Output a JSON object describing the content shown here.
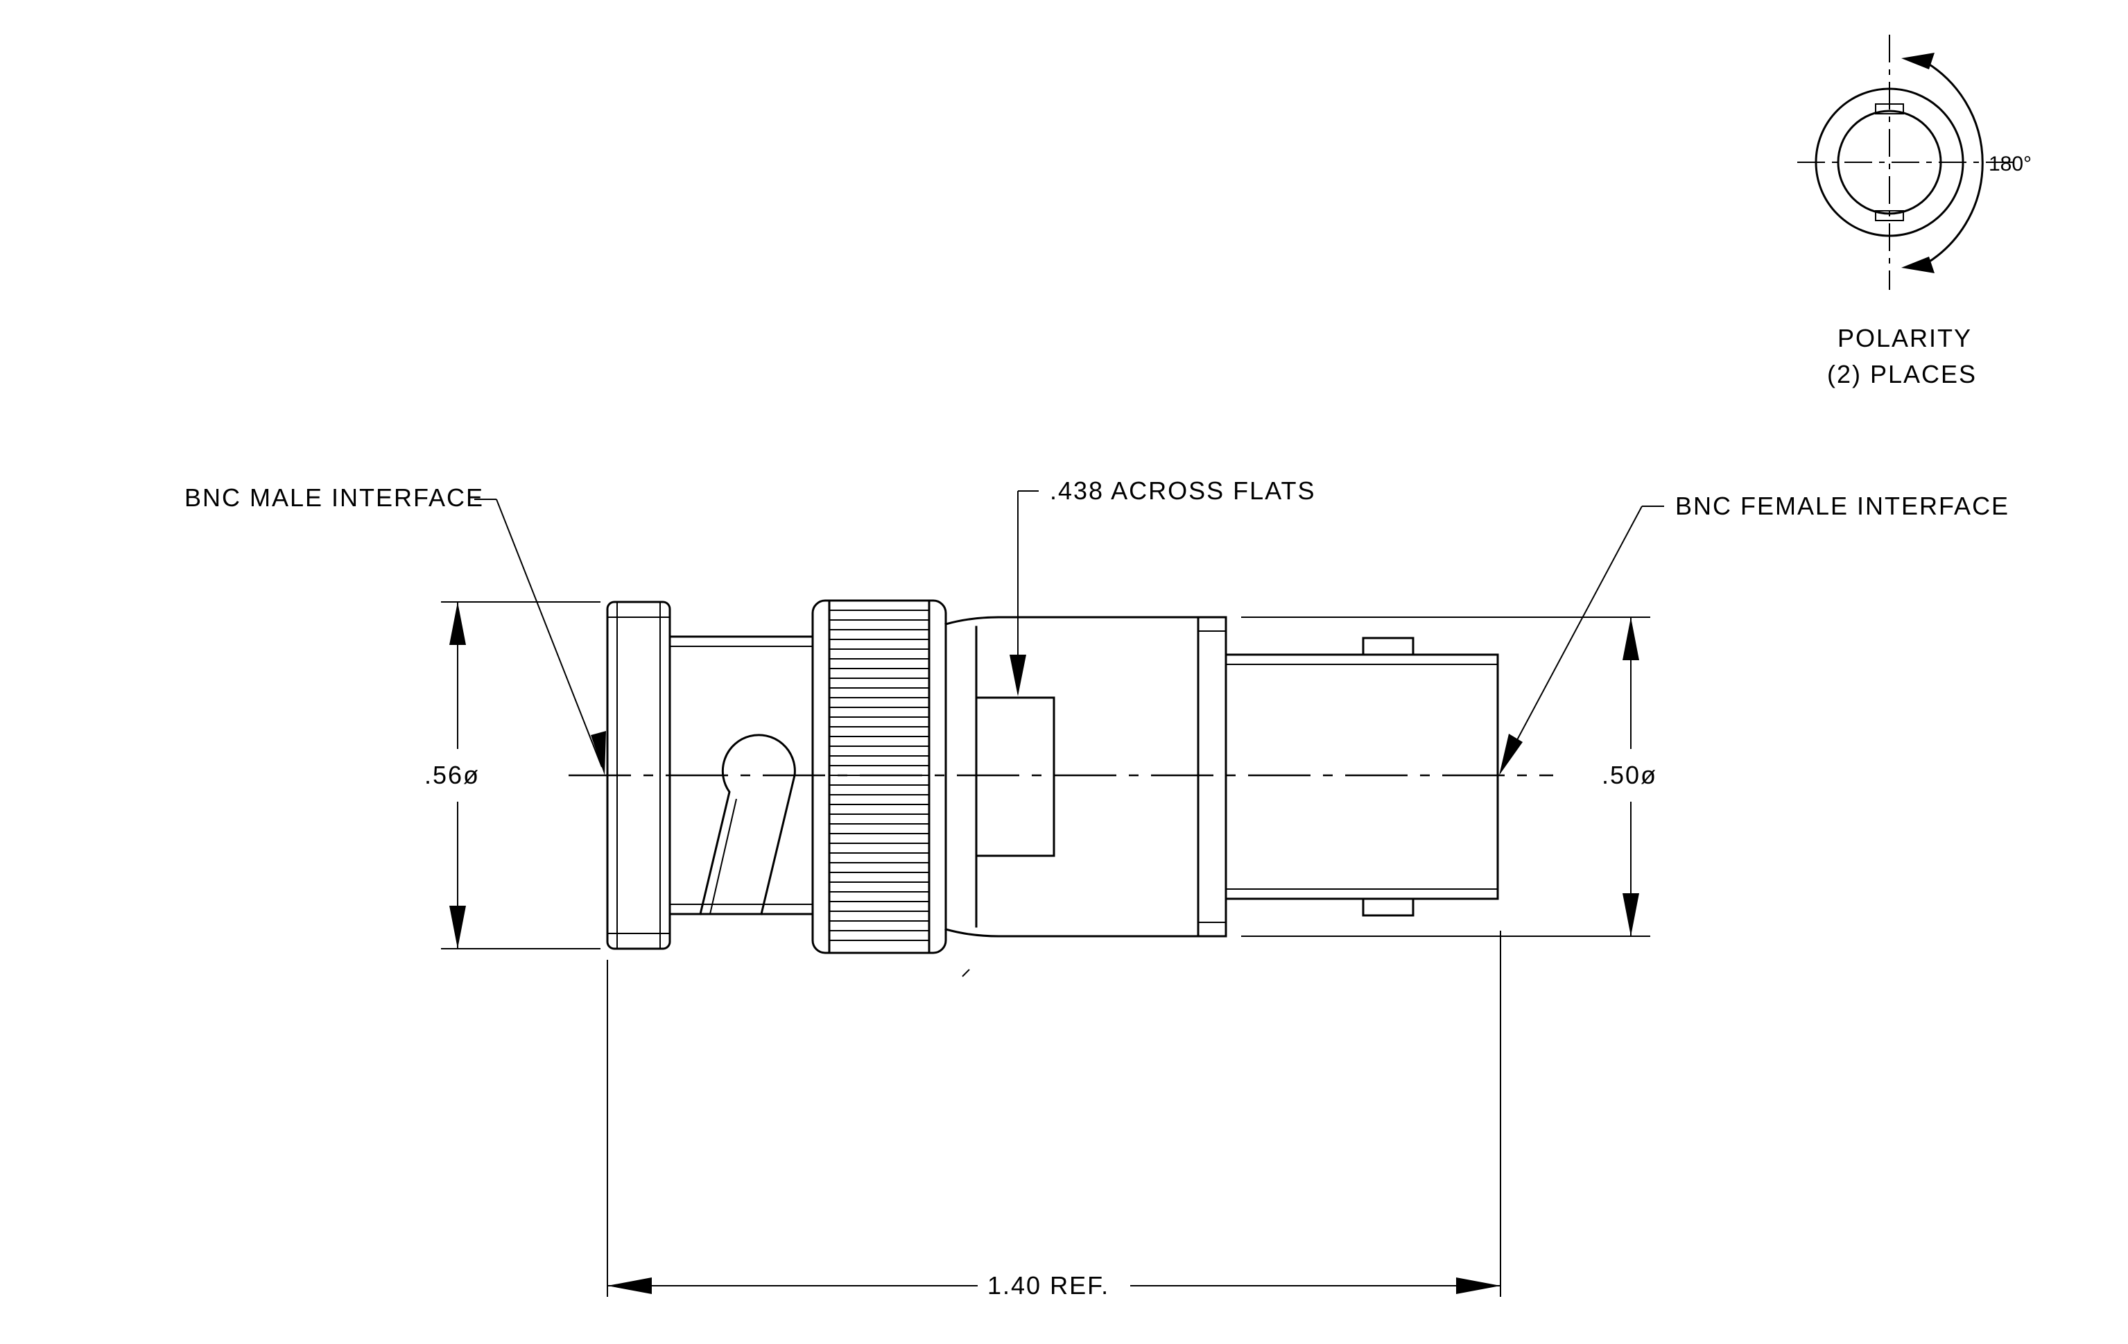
{
  "labels": {
    "bnc_male": "BNC MALE INTERFACE",
    "across_flats": ".438 ACROSS FLATS",
    "bnc_female": "BNC FEMALE INTERFACE",
    "dia_left": ".56ø",
    "dia_right": ".50ø",
    "length_ref": "1.40 REF.",
    "polarity_angle": "180°",
    "polarity_line1": "POLARITY",
    "polarity_line2": "(2) PLACES"
  }
}
